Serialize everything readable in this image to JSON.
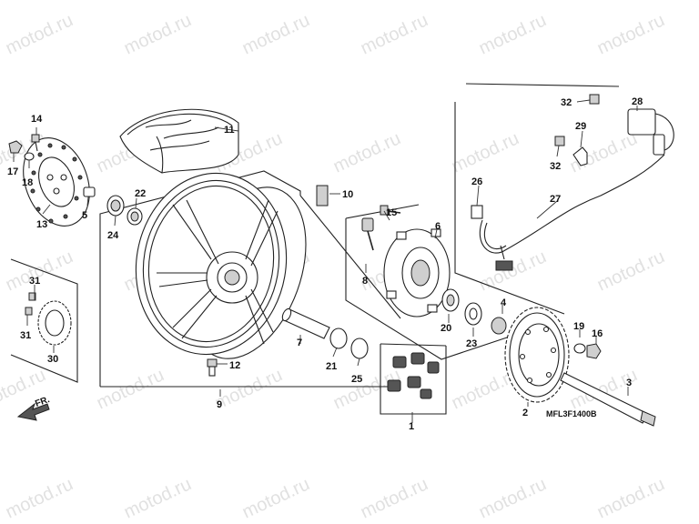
{
  "watermark": "motod.ru",
  "diagram_code": "MFL3F1400B",
  "direction_label": "FR.",
  "callouts": {
    "c1": "1",
    "c2": "2",
    "c3": "3",
    "c4": "4",
    "c5": "5",
    "c6": "6",
    "c7": "7",
    "c8": "8",
    "c9": "9",
    "c10": "10",
    "c11": "11",
    "c12": "12",
    "c13": "13",
    "c14": "14",
    "c15": "15",
    "c16": "16",
    "c17": "17",
    "c18": "18",
    "c19": "19",
    "c20": "20",
    "c21": "21",
    "c22": "22",
    "c23": "23",
    "c24": "24",
    "c25": "25",
    "c26": "26",
    "c27": "27",
    "c28": "28",
    "c29": "29",
    "c30": "30",
    "c31a": "31",
    "c31b": "31",
    "c32a": "32",
    "c32b": "32"
  }
}
